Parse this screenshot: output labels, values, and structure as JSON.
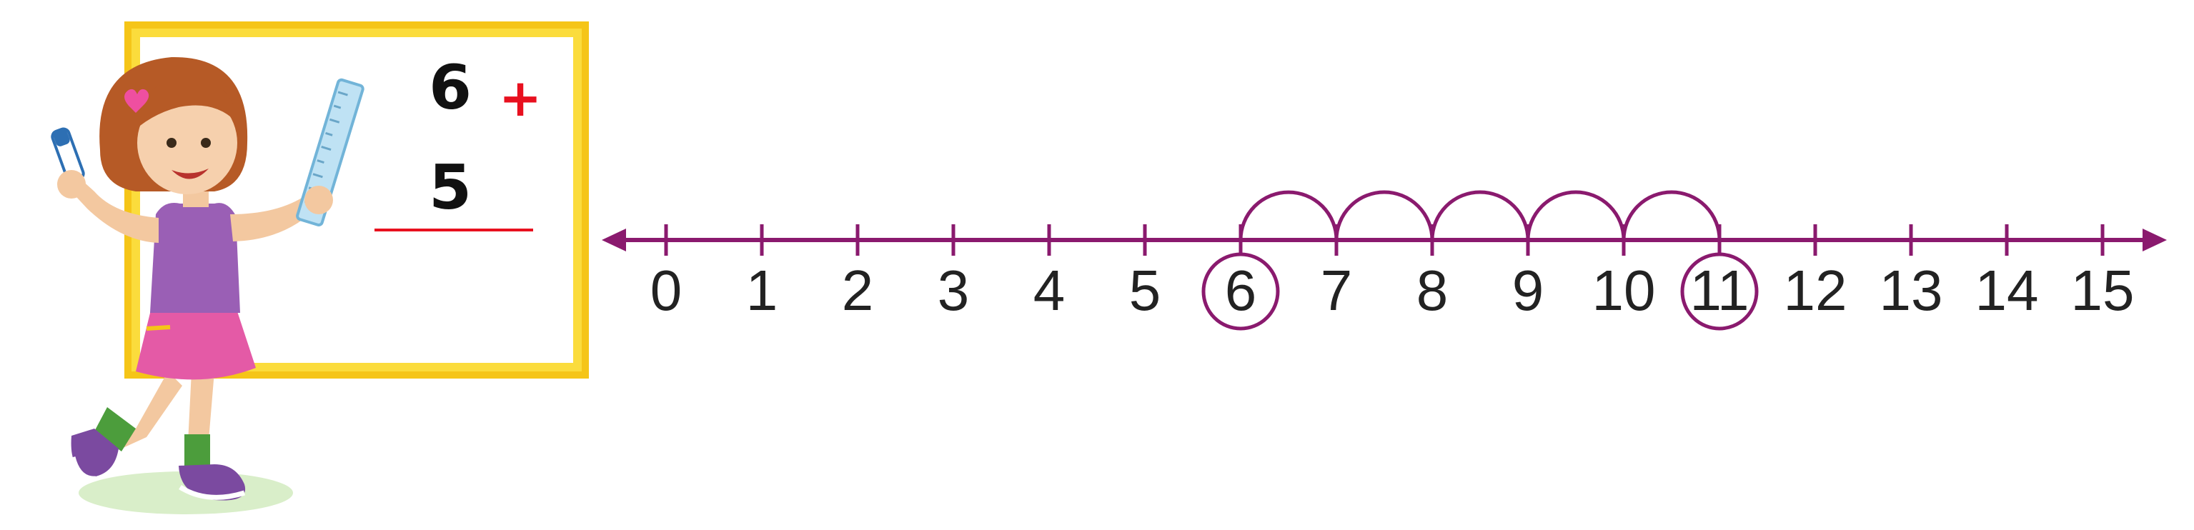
{
  "addition_card": {
    "first_addend": "6",
    "operator": "+",
    "second_addend": "5"
  },
  "number_line": {
    "min": 0,
    "max": 15,
    "labels": [
      "0",
      "1",
      "2",
      "3",
      "4",
      "5",
      "6",
      "7",
      "8",
      "9",
      "10",
      "11",
      "12",
      "13",
      "14",
      "15"
    ],
    "start": 6,
    "end": 11,
    "circled": [
      6,
      11
    ],
    "hops": [
      [
        6,
        7
      ],
      [
        7,
        8
      ],
      [
        8,
        9
      ],
      [
        9,
        10
      ],
      [
        10,
        11
      ]
    ]
  },
  "colors": {
    "line": "#8a1a6e",
    "board_frame": "#f5c518",
    "board_inner": "#fbdc3c",
    "operator": "#e8101f",
    "underline": "#e8101f",
    "text": "#111111"
  },
  "icons": [
    "girl-illustration",
    "ruler-icon",
    "marker-icon",
    "heart-hairclip-icon"
  ]
}
